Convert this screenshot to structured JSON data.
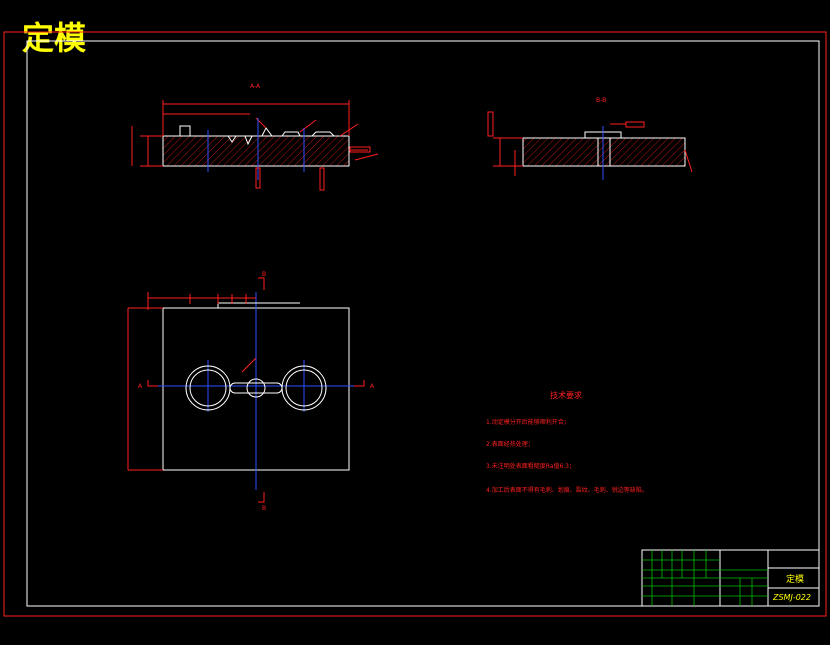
{
  "title": "定模",
  "views": {
    "section_aa_label": "A-A",
    "section_bb_label": "B-B",
    "plan_label_a": "A",
    "plan_label_b": "B"
  },
  "notes": {
    "heading": "技术要求",
    "items": [
      "1.动定模分开后能够顺利开合；",
      "2.表面经热处理；",
      "3.未注明处表面粗糙度Ra值6.3；",
      "4.加工后表面不得有毛刺、划痕、裂纹、毛刺、锐边等缺陷。"
    ]
  },
  "title_block": {
    "part_name": "定模",
    "drawing_no": "ZSMJ-022"
  },
  "colors": {
    "frame": "#ff2020",
    "outline": "#ffffff",
    "centerline": "#3050ff",
    "text": "#ff2020",
    "title": "#ffff00",
    "table": "#00c000"
  }
}
